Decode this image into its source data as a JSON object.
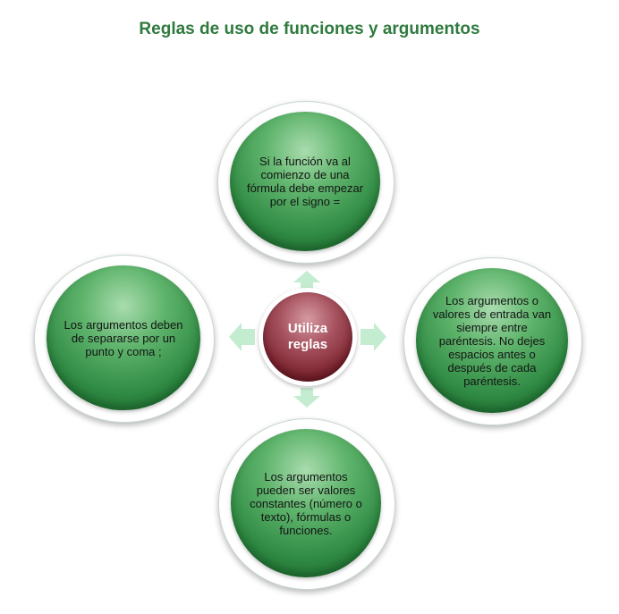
{
  "title": "Reglas de uso de funciones y argumentos",
  "center": {
    "line1": "Utiliza",
    "line2": "reglas"
  },
  "nodes": {
    "top": [
      "Si la función va al",
      "comienzo de una",
      "fórmula debe empezar",
      "por el signo ="
    ],
    "right": [
      "Los argumentos o",
      "valores de entrada van",
      "siempre entre",
      "paréntesis. No dejes",
      "espacios antes o",
      "después de cada",
      "paréntesis."
    ],
    "bottom": [
      "Los argumentos",
      "pueden ser valores",
      "constantes (número o",
      "texto), fórmulas o",
      "funciones."
    ],
    "left": [
      "Los argumentos deben",
      "de separarse por un",
      "punto y coma ;"
    ]
  },
  "colors": {
    "title": "#2f7a3e",
    "node_green": "#2f8a43",
    "hub_red": "#7e2632",
    "arrow": "#c4ecd1"
  }
}
